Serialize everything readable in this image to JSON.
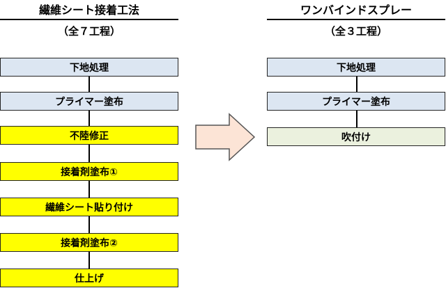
{
  "left": {
    "title": "繊維シート接着工法",
    "subtitle": "（全７工程）",
    "steps": [
      {
        "label": "下地処理",
        "color": "#dce6f2"
      },
      {
        "label": "プライマー塗布",
        "color": "#dce6f2"
      },
      {
        "label": "不陸修正",
        "color": "#ffff00"
      },
      {
        "label": "接着剤塗布①",
        "color": "#ffff00"
      },
      {
        "label": "繊維シート貼り付け",
        "color": "#ffff00"
      },
      {
        "label": "接着剤塗布②",
        "color": "#ffff00"
      },
      {
        "label": "仕上げ",
        "color": "#ffff00"
      }
    ]
  },
  "right": {
    "title": "ワンバインドスプレー",
    "subtitle": "（全３工程）",
    "steps": [
      {
        "label": "下地処理",
        "color": "#dce6f2"
      },
      {
        "label": "プライマー塗布",
        "color": "#dce6f2"
      },
      {
        "label": "吹付け",
        "color": "#ebf1de"
      }
    ]
  },
  "arrow": {
    "fill": "#fce4d6",
    "stroke": "#555555"
  }
}
